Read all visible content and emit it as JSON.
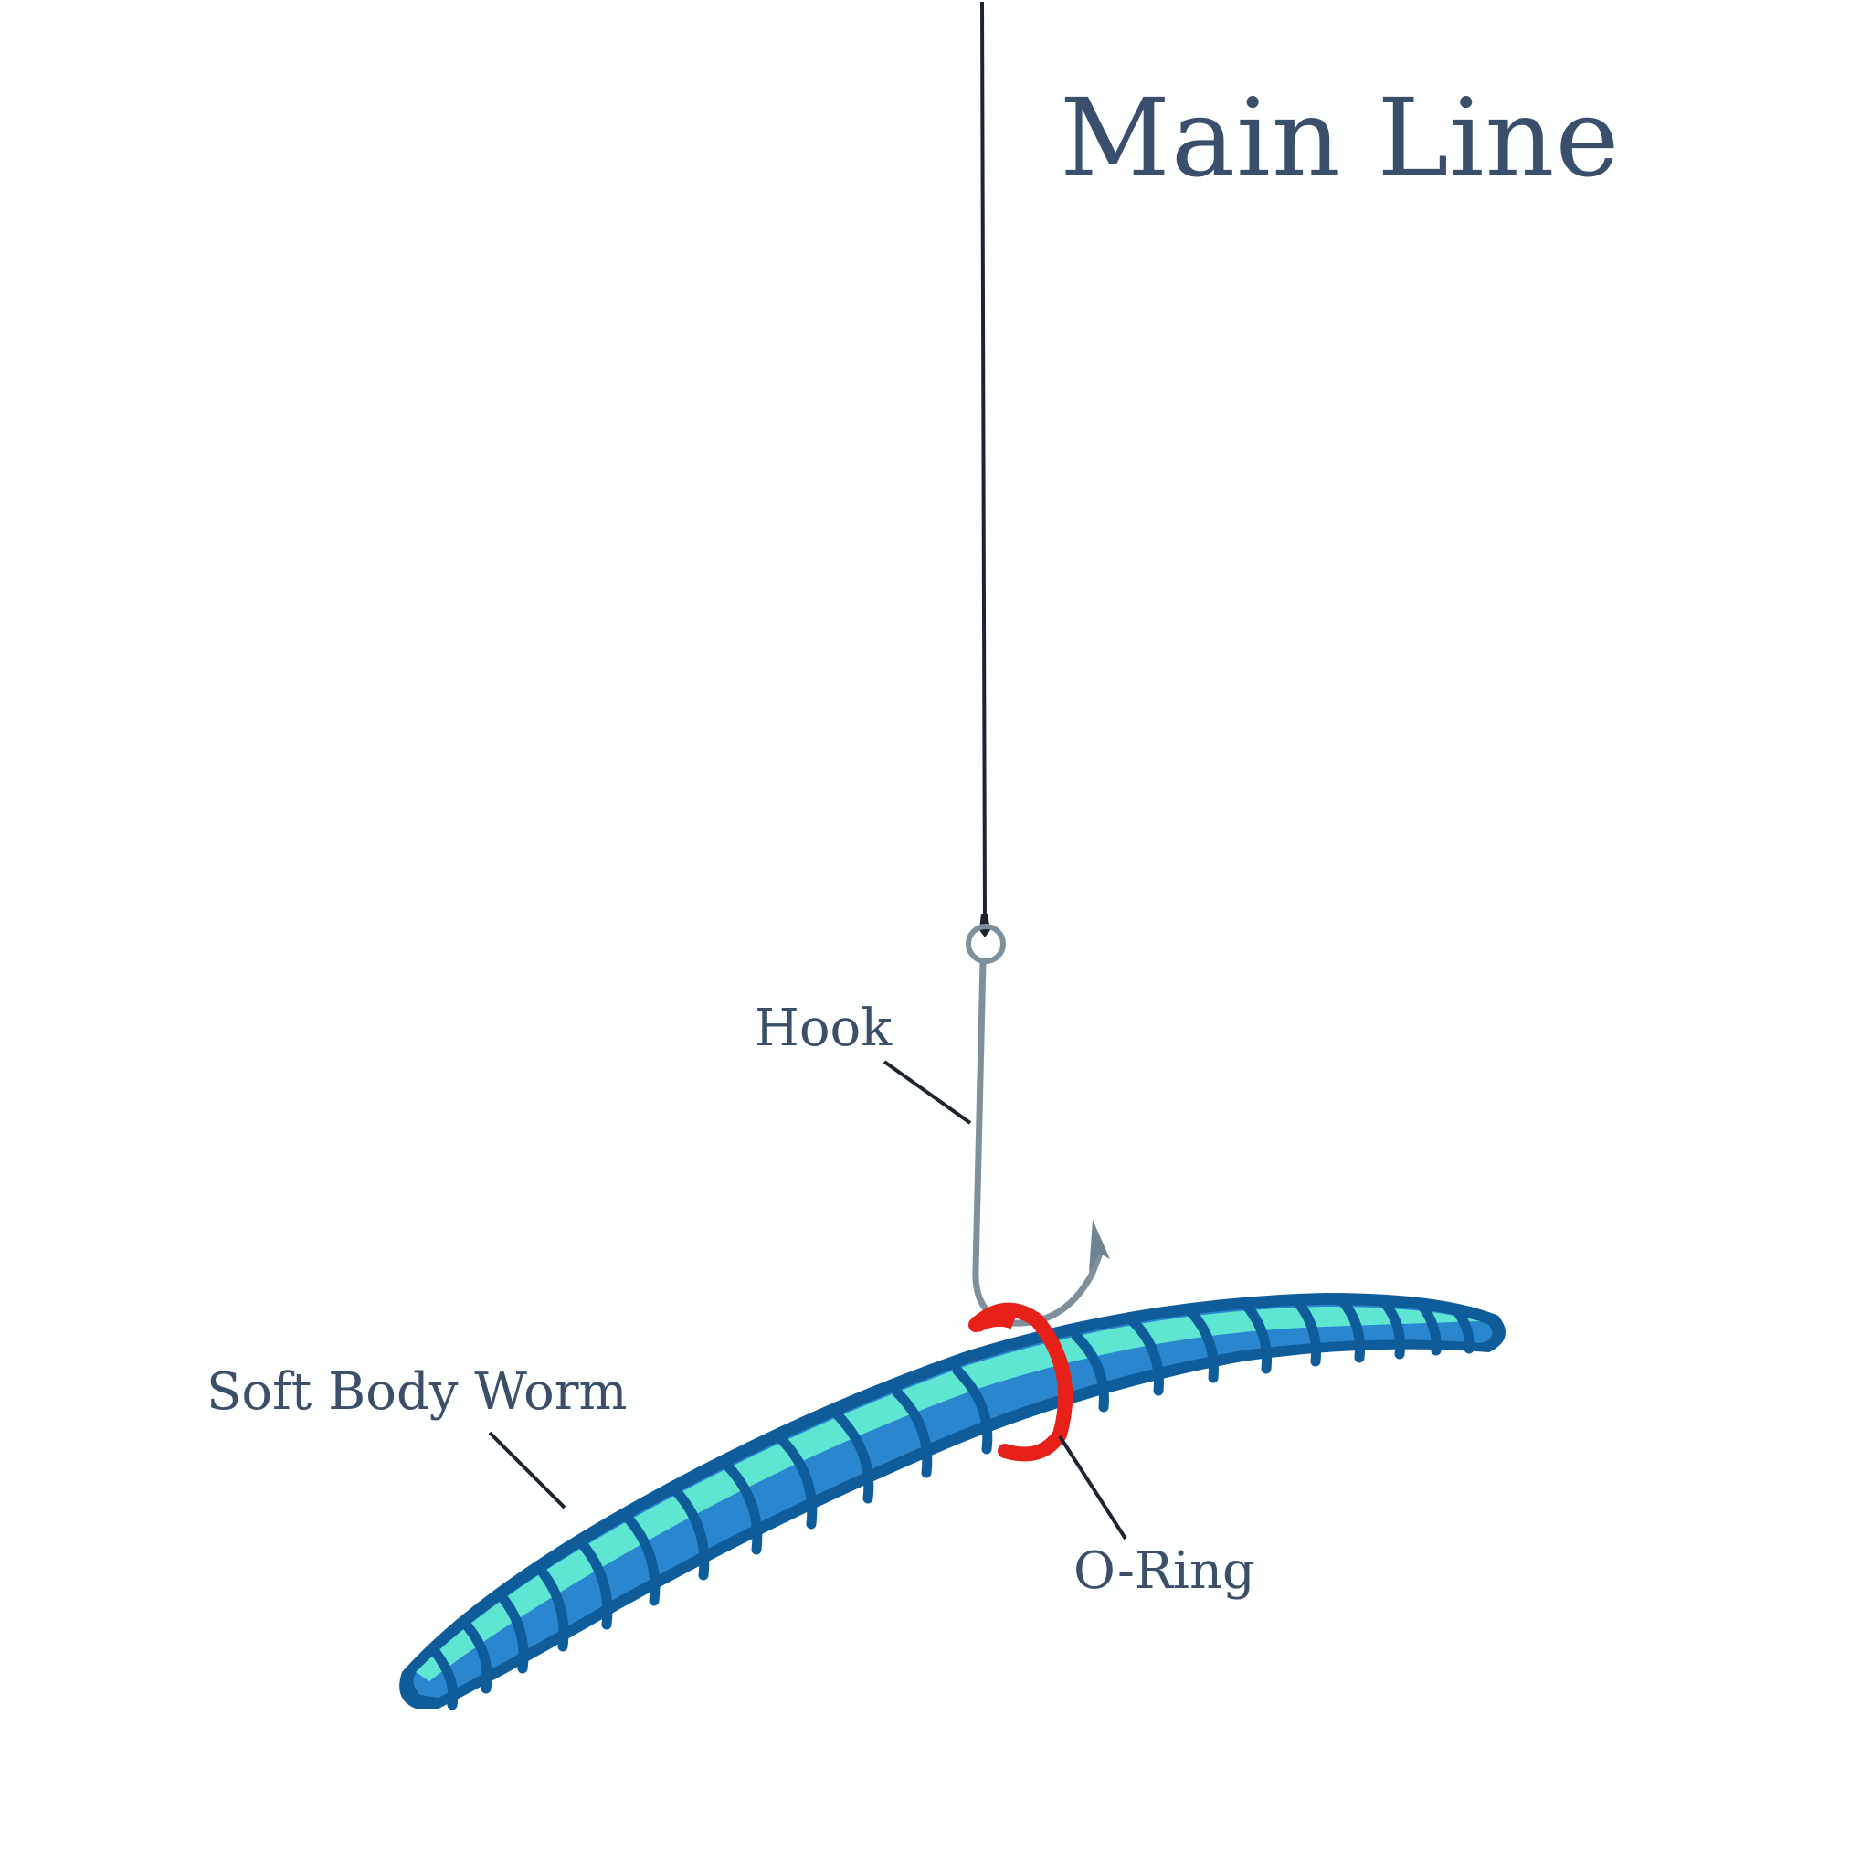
{
  "diagram": {
    "title": "Main Line",
    "labels": {
      "hook": "Hook",
      "worm": "Soft Body Worm",
      "oring": "O-Ring"
    },
    "colors": {
      "background": "#fdfefe",
      "text": "#3b5068",
      "line": "#1c2430",
      "hook": "#7d909c",
      "worm_dark": "#0f5c9a",
      "worm_mid": "#2a86cf",
      "worm_light": "#5ee6d2",
      "oring": "#e8201a"
    },
    "icons": [
      "fishing-line-icon",
      "hook-icon",
      "worm-icon",
      "o-ring-icon"
    ]
  }
}
